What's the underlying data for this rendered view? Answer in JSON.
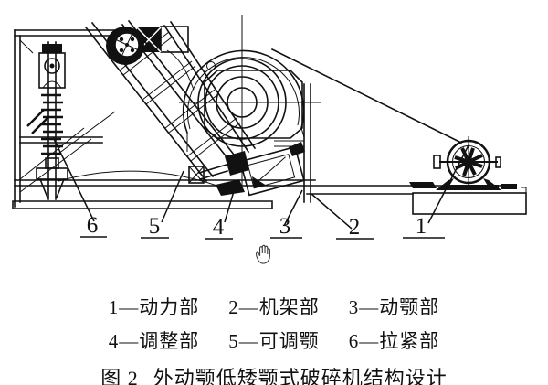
{
  "figure": {
    "legend_row1": [
      "1—动力部",
      "2—机架部",
      "3—动颚部"
    ],
    "legend_row2": [
      "4—调整部",
      "5—可调颚",
      "6—拉紧部"
    ],
    "caption_prefix": "图 2",
    "caption_title": "外动颚低矮颚式破碎机结构设计"
  },
  "drawing": {
    "labels": [
      "1",
      "2",
      "3",
      "4",
      "5",
      "6"
    ]
  },
  "cursor": {
    "icon": "grab-hand-cursor"
  },
  "colors": {
    "ink": "#111111",
    "background": "#ffffff"
  }
}
